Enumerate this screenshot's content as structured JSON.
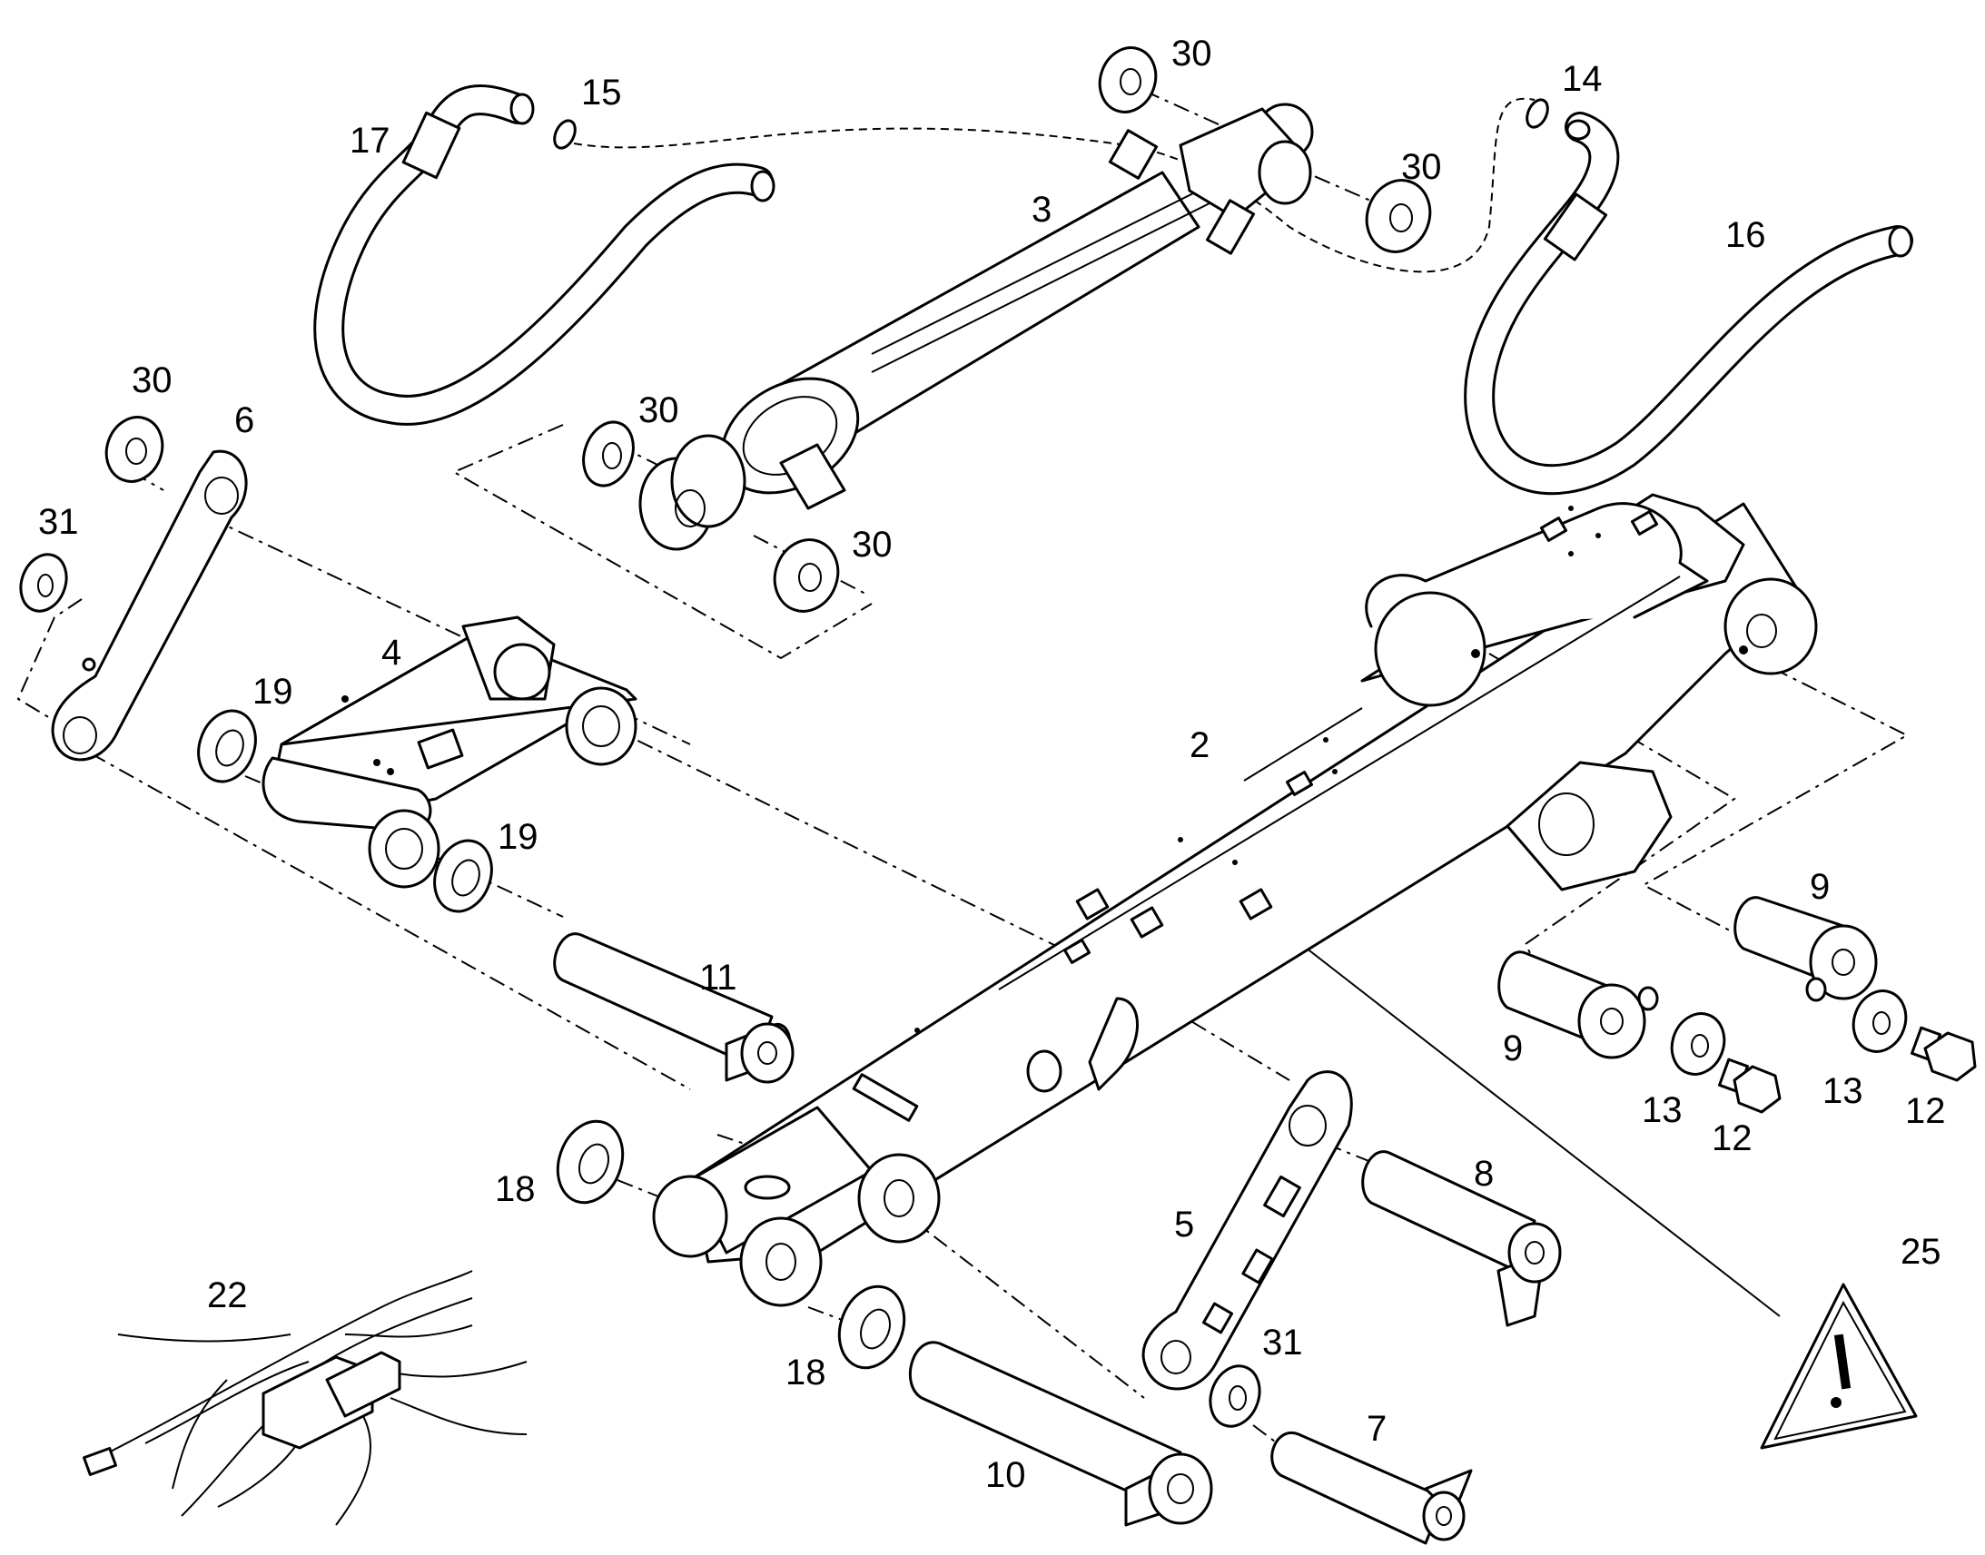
{
  "diagram": {
    "callouts": [
      {
        "id": "c30a",
        "text": "30"
      },
      {
        "id": "c15",
        "text": "15"
      },
      {
        "id": "c14",
        "text": "14"
      },
      {
        "id": "c17",
        "text": "17"
      },
      {
        "id": "c3",
        "text": "3"
      },
      {
        "id": "c30b",
        "text": "30"
      },
      {
        "id": "c16",
        "text": "16"
      },
      {
        "id": "c30c",
        "text": "30"
      },
      {
        "id": "c6",
        "text": "6"
      },
      {
        "id": "c30d",
        "text": "30"
      },
      {
        "id": "c31a",
        "text": "31"
      },
      {
        "id": "c30e",
        "text": "30"
      },
      {
        "id": "c4",
        "text": "4"
      },
      {
        "id": "c19a",
        "text": "19"
      },
      {
        "id": "c2",
        "text": "2"
      },
      {
        "id": "c19b",
        "text": "19"
      },
      {
        "id": "c9a",
        "text": "9"
      },
      {
        "id": "c11",
        "text": "11"
      },
      {
        "id": "c9b",
        "text": "9"
      },
      {
        "id": "c13a",
        "text": "13"
      },
      {
        "id": "c13b",
        "text": "13"
      },
      {
        "id": "c12a",
        "text": "12"
      },
      {
        "id": "c12b",
        "text": "12"
      },
      {
        "id": "c8",
        "text": "8"
      },
      {
        "id": "c18a",
        "text": "18"
      },
      {
        "id": "c5",
        "text": "5"
      },
      {
        "id": "c25",
        "text": "25"
      },
      {
        "id": "c22",
        "text": "22"
      },
      {
        "id": "c31b",
        "text": "31"
      },
      {
        "id": "c18b",
        "text": "18"
      },
      {
        "id": "c7",
        "text": "7"
      },
      {
        "id": "c10",
        "text": "10"
      }
    ]
  }
}
